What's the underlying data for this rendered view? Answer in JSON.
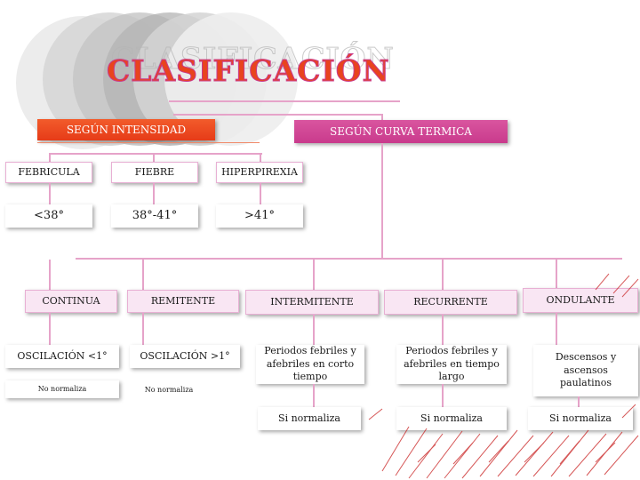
{
  "title": "CLASIFICACIÓN",
  "colors": {
    "accent_red": "#e8441e",
    "accent_pink": "#c93a8c",
    "line_pink": "#e6a3c9"
  },
  "headers": {
    "intensity": "SEGÚN INTENSIDAD",
    "curve": "SEGÚN CURVA TERMICA"
  },
  "intensity": {
    "categories": [
      "FEBRICULA",
      "FIEBRE",
      "HIPERPIREXIA"
    ],
    "ranges": [
      "<38°",
      "38°-41°",
      ">41°"
    ]
  },
  "curve": {
    "types": [
      "CONTINUA",
      "REMITENTE",
      "INTERMITENTE",
      "RECURRENTE",
      "ONDULANTE"
    ],
    "oscillation": [
      "OSCILACIÓN <1°",
      "OSCILACIÓN >1°"
    ],
    "descriptions": [
      "Periodos febriles y afebriles en corto tiempo",
      "Periodos febriles y afebriles en tiempo largo",
      "Descensos y ascensos paulatinos"
    ],
    "normalize_no": [
      "No normaliza",
      "No normaliza"
    ],
    "normalize_si": [
      "Si normaliza",
      "Si normaliza",
      "Si normaliza"
    ]
  }
}
